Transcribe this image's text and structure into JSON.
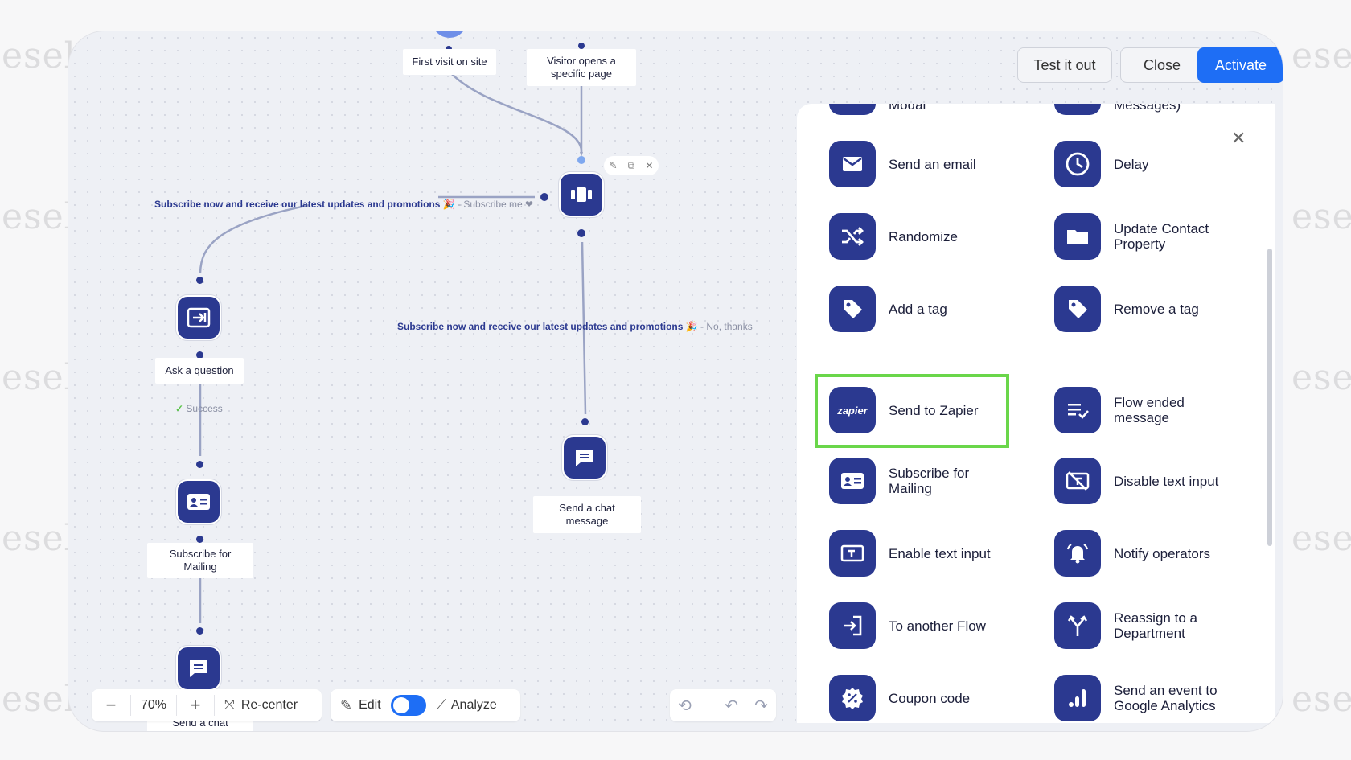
{
  "watermark": "esel",
  "toolbar": {
    "test_label": "Test it out",
    "close_label": "Close",
    "activate_label": "Activate"
  },
  "canvas": {
    "nodes": {
      "first_visit": "First visit on site",
      "visitor_opens": "Visitor opens a specific page",
      "ask_question": "Ask a question",
      "subscribe_mailing": "Subscribe for Mailing",
      "send_chat": "Send a chat message",
      "send_chat_bottom": "Send a chat message"
    },
    "links": {
      "subscribe_now_1": "Subscribe now and receive our latest updates and promotions 🎉",
      "subscribe_me": "- Subscribe me ❤",
      "subscribe_now_2": "Subscribe now and receive our latest updates and promotions 🎉",
      "no_thanks": "- No, thanks"
    },
    "success_label": "Success"
  },
  "panel": {
    "partial_top": [
      "Modal",
      "Messages)"
    ],
    "actions": [
      {
        "label": "Send an email",
        "icon": "envelope-icon"
      },
      {
        "label": "Delay",
        "icon": "clock-icon"
      },
      {
        "label": "Randomize",
        "icon": "shuffle-icon"
      },
      {
        "label": "Update Contact Property",
        "icon": "folder-icon"
      },
      {
        "label": "Add a tag",
        "icon": "tag-icon"
      },
      {
        "label": "Remove a tag",
        "icon": "tag-icon"
      },
      {
        "label": "Send to Zapier",
        "icon": "zapier-icon",
        "highlighted": true
      },
      {
        "label": "Flow ended message",
        "icon": "list-check-icon"
      },
      {
        "label": "Subscribe for Mailing",
        "icon": "contact-card-icon"
      },
      {
        "label": "Disable text input",
        "icon": "text-off-icon"
      },
      {
        "label": "Enable text input",
        "icon": "text-box-icon"
      },
      {
        "label": "Notify operators",
        "icon": "bell-icon"
      },
      {
        "label": "To another Flow",
        "icon": "enter-arrow-icon"
      },
      {
        "label": "Reassign to a Department",
        "icon": "split-arrow-icon"
      },
      {
        "label": "Coupon code",
        "icon": "percent-badge-icon"
      },
      {
        "label": "Send an event to Google Analytics",
        "icon": "analytics-icon"
      }
    ],
    "zapier_text": "zapier",
    "highlight_color": "#6ad64a"
  },
  "bottom": {
    "zoom": "70%",
    "recenter_label": "Re-center",
    "edit_label": "Edit",
    "analyze_label": "Analyze"
  },
  "colors": {
    "accent": "#1e6ef5",
    "node": "#2b3990"
  }
}
